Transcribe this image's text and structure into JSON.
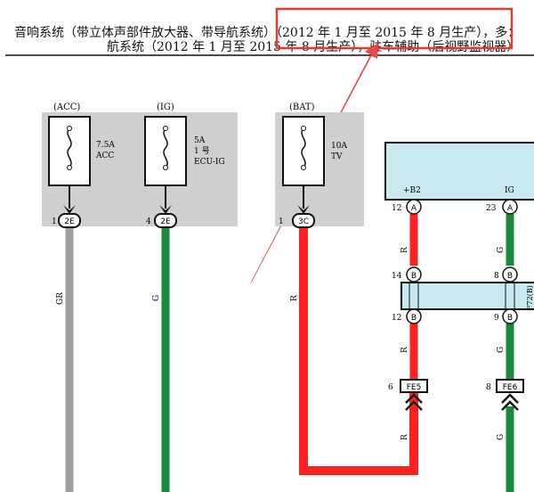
{
  "header": {
    "line1": "音响系统（带立体声部件放大器、带导航系统）（2012 年 1 月至 2015 年 8 月生产），多：",
    "line2": "航系统（2012 年 1 月至 2015 年 8 月生产），驻车辅助（后视野监视器）"
  },
  "fuses": [
    {
      "supply": "(ACC)",
      "rating": "7.5A",
      "name": "ACC",
      "pin": "1",
      "connector": "2E",
      "wire_color": "GR"
    },
    {
      "supply": "(IG)",
      "rating": "5A",
      "name": "1 号",
      "name2": "ECU-IG",
      "pin": "4",
      "connector": "2E",
      "wire_color": "G"
    },
    {
      "supply": "(BAT)",
      "rating": "10A",
      "name": "TV",
      "pin": "1",
      "connector": "3C",
      "wire_color": "R"
    }
  ],
  "module": {
    "terminals": [
      {
        "pin": "12",
        "letter": "A",
        "label": "+B2"
      },
      {
        "pin": "23",
        "letter": "A",
        "label": "IG"
      }
    ]
  },
  "junction": {
    "top": [
      {
        "pin": "14",
        "letter": "B"
      },
      {
        "pin": "8",
        "letter": "B"
      }
    ],
    "bottom": [
      {
        "pin": "12",
        "letter": "B"
      },
      {
        "pin": "9",
        "letter": "B"
      }
    ],
    "side_label": "F72(B)"
  },
  "connectors": [
    {
      "pin": "6",
      "name": "FE5"
    },
    {
      "pin": "8",
      "name": "FE6"
    }
  ],
  "wire_labels": {
    "red": "R",
    "green": "G"
  },
  "colors": {
    "red": "#ff2020",
    "green": "#1a8a3a",
    "gray": "#a0a0a0",
    "panel": "#cfcfcf",
    "module": "#c9e9f0",
    "highlight": "#e53935"
  }
}
